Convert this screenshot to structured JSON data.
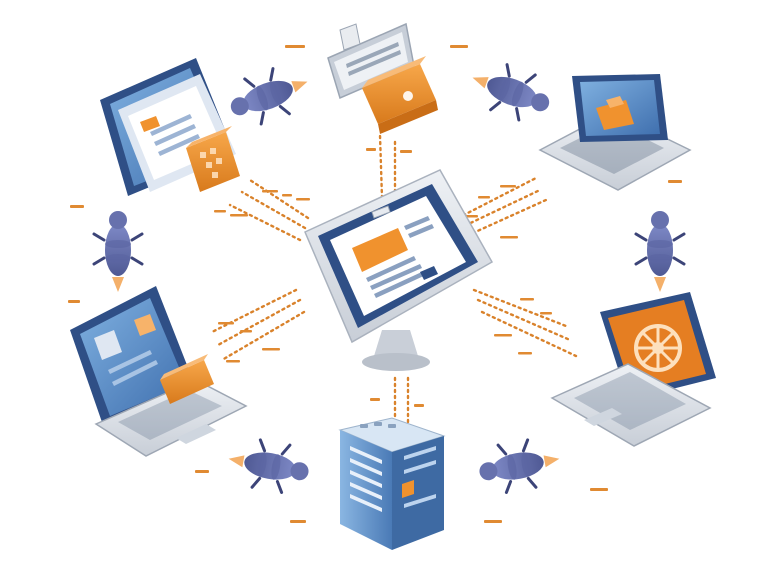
{
  "colors": {
    "blue_dark": "#2f4f86",
    "blue_mid": "#5f8fc9",
    "blue_light": "#9fc3e6",
    "screen_bezel": "#d9dde3",
    "orange": "#f0922e",
    "orange_dark": "#c96d16",
    "bug_body": "#6d78b5",
    "bug_dark": "#434c84",
    "dots": "#d9822b"
  },
  "scene": {
    "central_monitor": {
      "icon": "desktop-monitor-icon"
    },
    "devices": [
      {
        "name": "laptop-top-left",
        "icon": "laptop-icon"
      },
      {
        "name": "folder-toolbox-top",
        "icon": "toolbox-icon"
      },
      {
        "name": "laptop-top-right",
        "icon": "laptop-icon"
      },
      {
        "name": "laptop-left",
        "icon": "laptop-icon"
      },
      {
        "name": "laptop-right",
        "icon": "laptop-icon"
      },
      {
        "name": "server-tower-bottom",
        "icon": "server-icon"
      }
    ],
    "bugs": [
      {
        "name": "bug-top-left",
        "icon": "bug-icon"
      },
      {
        "name": "bug-top-right",
        "icon": "bug-icon"
      },
      {
        "name": "bug-left",
        "icon": "bug-icon"
      },
      {
        "name": "bug-right",
        "icon": "bug-icon"
      },
      {
        "name": "bug-bottom-left",
        "icon": "bug-icon"
      },
      {
        "name": "bug-bottom-right",
        "icon": "bug-icon"
      }
    ]
  }
}
